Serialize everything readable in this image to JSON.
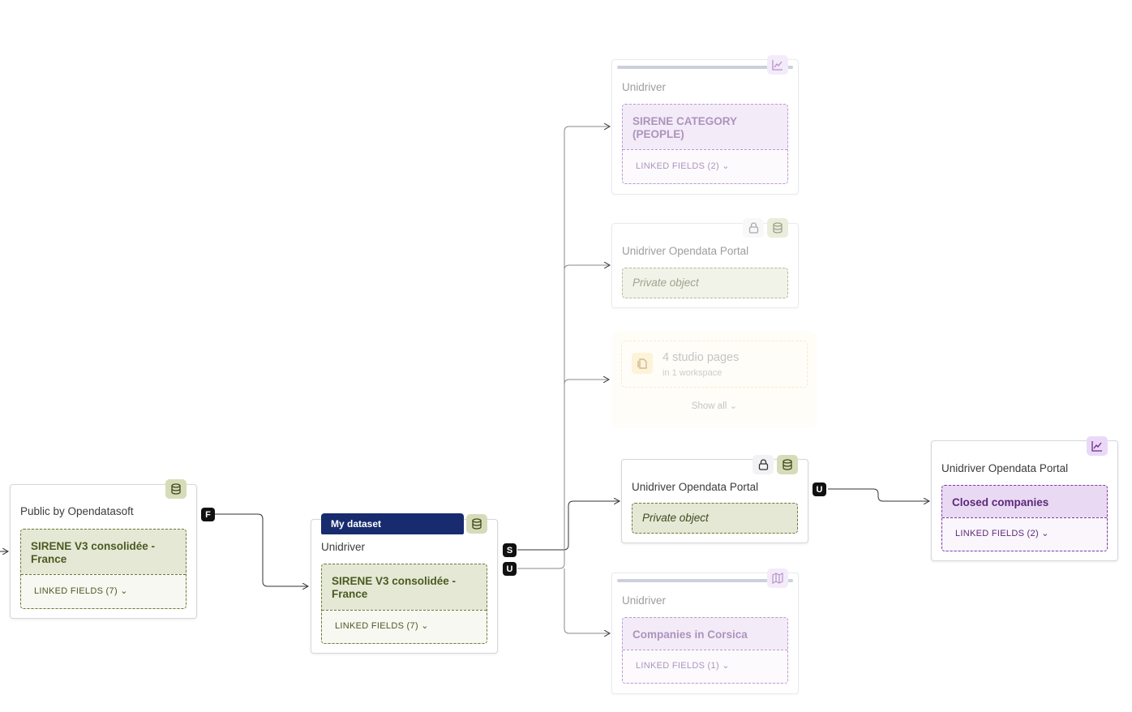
{
  "source": {
    "owner": "Public by Opendatasoft",
    "title": "SIRENE V3 consolidée - France",
    "linked": "LINKED FIELDS (7)",
    "icon": "database-icon",
    "edge_badge": "F"
  },
  "main": {
    "tag": "My dataset",
    "owner": "Unidriver",
    "title": "SIRENE V3 consolidée - France",
    "linked": "LINKED FIELDS (7)",
    "icon": "database-icon",
    "badge_s": "S",
    "badge_u": "U"
  },
  "chart1": {
    "owner": "Unidriver",
    "title": "SIRENE CATEGORY (PEOPLE)",
    "linked": "LINKED FIELDS (2)",
    "icon": "line-chart-icon"
  },
  "private1": {
    "owner": "Unidriver Opendata Portal",
    "title": "Private object",
    "icons": [
      "lock-icon",
      "database-icon"
    ]
  },
  "studio": {
    "title": "4 studio pages",
    "subtitle": "in 1 workspace",
    "show": "Show all",
    "icon": "page-icon"
  },
  "private2": {
    "owner": "Unidriver Opendata Portal",
    "title": "Private object",
    "icons": [
      "lock-icon",
      "database-icon"
    ],
    "edge_badge": "U"
  },
  "closed": {
    "owner": "Unidriver Opendata Portal",
    "title": "Closed companies",
    "linked": "LINKED FIELDS (2)",
    "icon": "line-chart-icon"
  },
  "map": {
    "owner": "Unidriver",
    "title": "Companies in Corsica",
    "linked": "LINKED FIELDS (1)",
    "icon": "map-icon"
  },
  "colors": {
    "dataset_green": "#e4e8d5",
    "viz_purple": "#ead9f3",
    "my_dataset_navy": "#172b6e",
    "studio_yellow": "#fffcf3"
  }
}
